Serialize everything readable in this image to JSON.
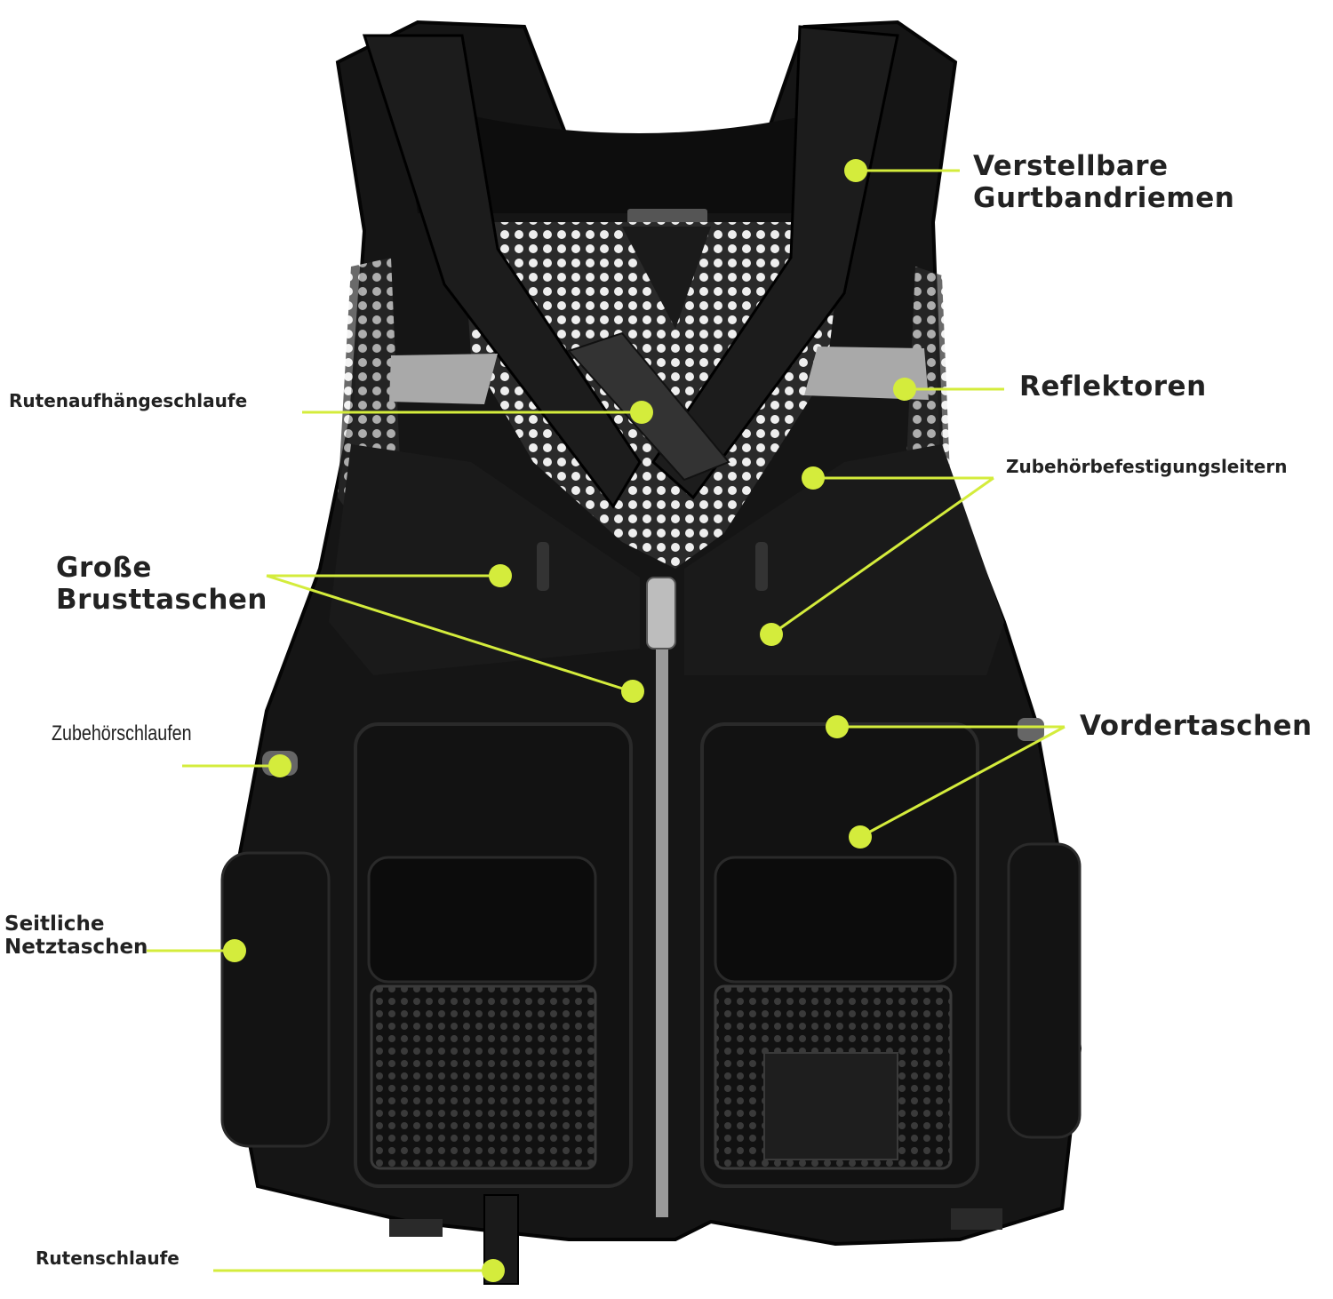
{
  "colors": {
    "accent": "#d4ec3c",
    "vest": "#151515",
    "vest_dark": "#0b0b0b",
    "reflector": "#a9a9a9",
    "text": "#222222"
  },
  "labels": {
    "straps_l1": "Verstellbare",
    "straps_l2": "Gurtbandriemen",
    "reflectors": "Reflektoren",
    "rod_hanging_loop": "Rutenaufhängeschlaufe",
    "accessory_ladders": "Zubehörbefestigungsleitern",
    "chest_pockets_l1": "Große",
    "chest_pockets_l2": "Brusttaschen",
    "accessory_loops": "Zubehörschlaufen",
    "front_pockets": "Vordertaschen",
    "side_pockets_l1": "Seitliche",
    "side_pockets_l2": "Netztaschen",
    "rod_loop": "Rutenschlaufe"
  }
}
